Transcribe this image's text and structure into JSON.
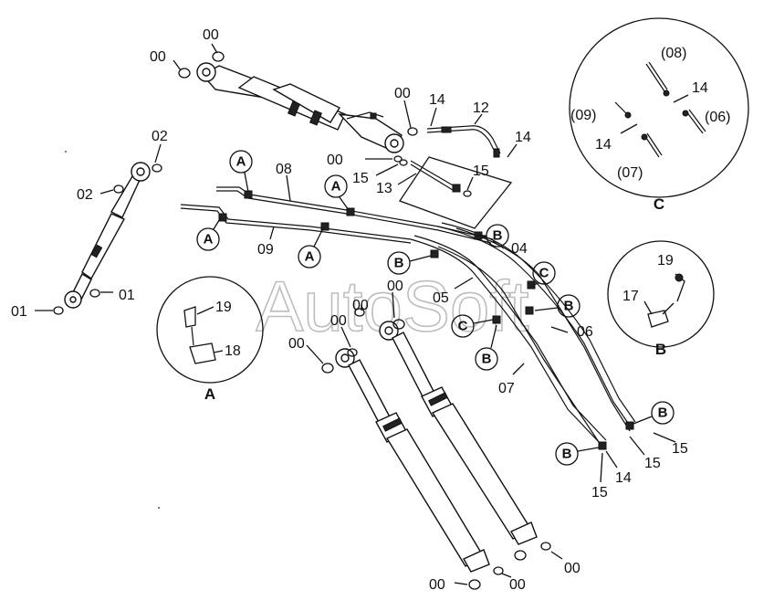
{
  "watermark": "AutoSoft",
  "detail_views": {
    "A": {
      "caption": "A",
      "parts": [
        "19",
        "18"
      ]
    },
    "B": {
      "caption": "B",
      "parts": [
        "19",
        "17"
      ]
    },
    "C": {
      "caption": "C",
      "parts": [
        "(08)",
        "14",
        "(09)",
        "(06)",
        "14",
        "(07)"
      ]
    }
  },
  "part_labels": [
    {
      "text": "00"
    },
    {
      "text": "00"
    },
    {
      "text": "00"
    },
    {
      "text": "14"
    },
    {
      "text": "12"
    },
    {
      "text": "14"
    },
    {
      "text": "00"
    },
    {
      "text": "15"
    },
    {
      "text": "15"
    },
    {
      "text": "13"
    },
    {
      "text": "02"
    },
    {
      "text": "02"
    },
    {
      "text": "08"
    },
    {
      "text": "09"
    },
    {
      "text": "04"
    },
    {
      "text": "05"
    },
    {
      "text": "06"
    },
    {
      "text": "07"
    },
    {
      "text": "01"
    },
    {
      "text": "01"
    },
    {
      "text": "00"
    },
    {
      "text": "00"
    },
    {
      "text": "00"
    },
    {
      "text": "00"
    },
    {
      "text": "15"
    },
    {
      "text": "15"
    },
    {
      "text": "15"
    },
    {
      "text": "14"
    },
    {
      "text": "00"
    },
    {
      "text": "00"
    },
    {
      "text": "00"
    }
  ],
  "callouts": [
    {
      "letter": "A"
    },
    {
      "letter": "A"
    },
    {
      "letter": "A"
    },
    {
      "letter": "A"
    },
    {
      "letter": "B"
    },
    {
      "letter": "B"
    },
    {
      "letter": "B"
    },
    {
      "letter": "B"
    },
    {
      "letter": "B"
    },
    {
      "letter": "B"
    },
    {
      "letter": "C"
    },
    {
      "letter": "C"
    }
  ]
}
